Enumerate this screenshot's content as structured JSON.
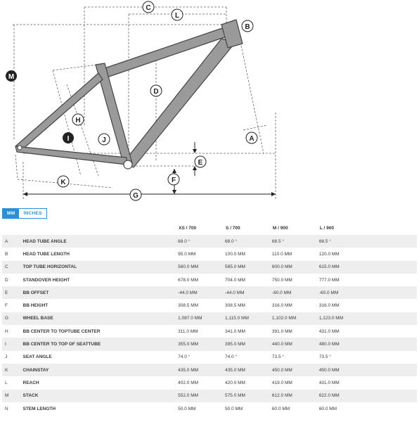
{
  "diagram": {
    "labels": [
      "A",
      "B",
      "C",
      "D",
      "E",
      "F",
      "G",
      "H",
      "I",
      "J",
      "K",
      "L",
      "M"
    ]
  },
  "units": {
    "mm": "MM",
    "inches": "INCHES",
    "selected": "mm"
  },
  "table": {
    "headers": [
      "",
      "",
      "XS / 700",
      "S / 700",
      "M / 900",
      "L / 900"
    ],
    "rows": [
      {
        "key": "A",
        "name": "HEAD TUBE ANGLE",
        "values": [
          "68.0 °",
          "68.0 °",
          "68.5 °",
          "68.5 °"
        ]
      },
      {
        "key": "B",
        "name": "HEAD TUBE LENGTH",
        "values": [
          "95.0 MM",
          "100.0 MM",
          "110.0 MM",
          "120.0 MM"
        ]
      },
      {
        "key": "C",
        "name": "TOP TUBE HORIZONTAL",
        "values": [
          "560.0 MM",
          "585.0 MM",
          "600.0 MM",
          "615.0 MM"
        ]
      },
      {
        "key": "D",
        "name": "STANDOVER HEIGHT",
        "values": [
          "678.0 MM",
          "704.0 MM",
          "750.0 MM",
          "777.0 MM"
        ]
      },
      {
        "key": "E",
        "name": "BB OFFSET",
        "values": [
          "-44.0 MM",
          "-44.0 MM",
          "-60.0 MM",
          "-60.0 MM"
        ]
      },
      {
        "key": "F",
        "name": "BB HEIGHT",
        "values": [
          "308.5 MM",
          "308.5 MM",
          "316.0 MM",
          "316.0 MM"
        ]
      },
      {
        "key": "G",
        "name": "WHEEL BASE",
        "values": [
          "1,087.0 MM",
          "1,115.0 MM",
          "1,102.0 MM",
          "1,123.0 MM"
        ]
      },
      {
        "key": "H",
        "name": "BB CENTER TO TOPTUBE CENTER",
        "values": [
          "311.0 MM",
          "341.0 MM",
          "391.0 MM",
          "431.0 MM"
        ]
      },
      {
        "key": "I",
        "name": "BB CENTER TO TOP OF SEATTUBE",
        "values": [
          "355.0 MM",
          "395.0 MM",
          "440.0 MM",
          "480.0 MM"
        ]
      },
      {
        "key": "J",
        "name": "SEAT ANGLE",
        "values": [
          "74.0 °",
          "74.0 °",
          "73.5 °",
          "73.5 °"
        ]
      },
      {
        "key": "K",
        "name": "CHAINSTAY",
        "values": [
          "435.0 MM",
          "435.0 MM",
          "450.0 MM",
          "450.0 MM"
        ]
      },
      {
        "key": "L",
        "name": "REACH",
        "values": [
          "402.0 MM",
          "420.0 MM",
          "419.0 MM",
          "431.0 MM"
        ]
      },
      {
        "key": "M",
        "name": "STACK",
        "values": [
          "552.0 MM",
          "575.0 MM",
          "612.0 MM",
          "622.0 MM"
        ]
      },
      {
        "key": "N",
        "name": "STEM LENGTH",
        "values": [
          "50.0 MM",
          "50.0 MM",
          "60.0 MM",
          "60.0 MM"
        ]
      }
    ]
  }
}
